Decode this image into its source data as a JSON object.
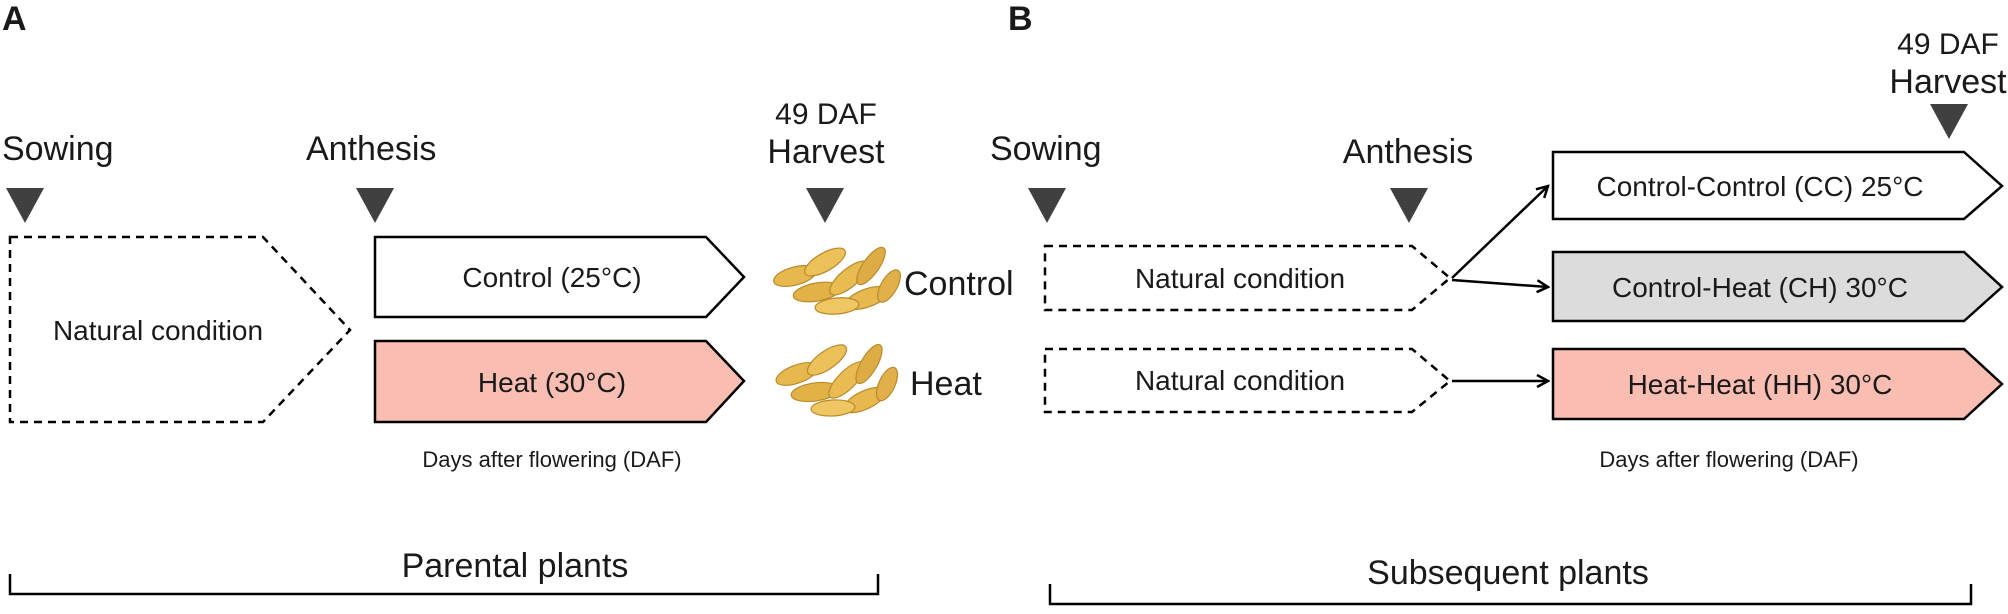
{
  "colors": {
    "control": "#ffffff",
    "heat": "#fabdb2",
    "control_heat": "#dcdcdc",
    "seed": "#e6b84d",
    "marker": "#404040"
  },
  "panel_a": {
    "letter": "A",
    "stages": {
      "sowing": "Sowing",
      "anthesis": "Anthesis",
      "harvest_daf": "49 DAF",
      "harvest": "Harvest"
    },
    "natural_condition": "Natural condition",
    "treatments": [
      {
        "label": "Control (25°C)",
        "seed_label": "Control"
      },
      {
        "label": "Heat (30°C)",
        "seed_label": "Heat"
      }
    ],
    "daf_caption": "Days after flowering (DAF)",
    "group_label": "Parental plants"
  },
  "panel_b": {
    "letter": "B",
    "stages": {
      "sowing": "Sowing",
      "anthesis": "Anthesis",
      "harvest_daf": "49 DAF",
      "harvest": "Harvest"
    },
    "natural_conditions": [
      "Natural condition",
      "Natural condition"
    ],
    "treatments": [
      {
        "label": "Control-Control (CC) 25°C"
      },
      {
        "label": "Control-Heat (CH) 30°C"
      },
      {
        "label": "Heat-Heat (HH) 30°C"
      }
    ],
    "daf_caption": "Days after flowering (DAF)",
    "group_label": "Subsequent plants"
  }
}
